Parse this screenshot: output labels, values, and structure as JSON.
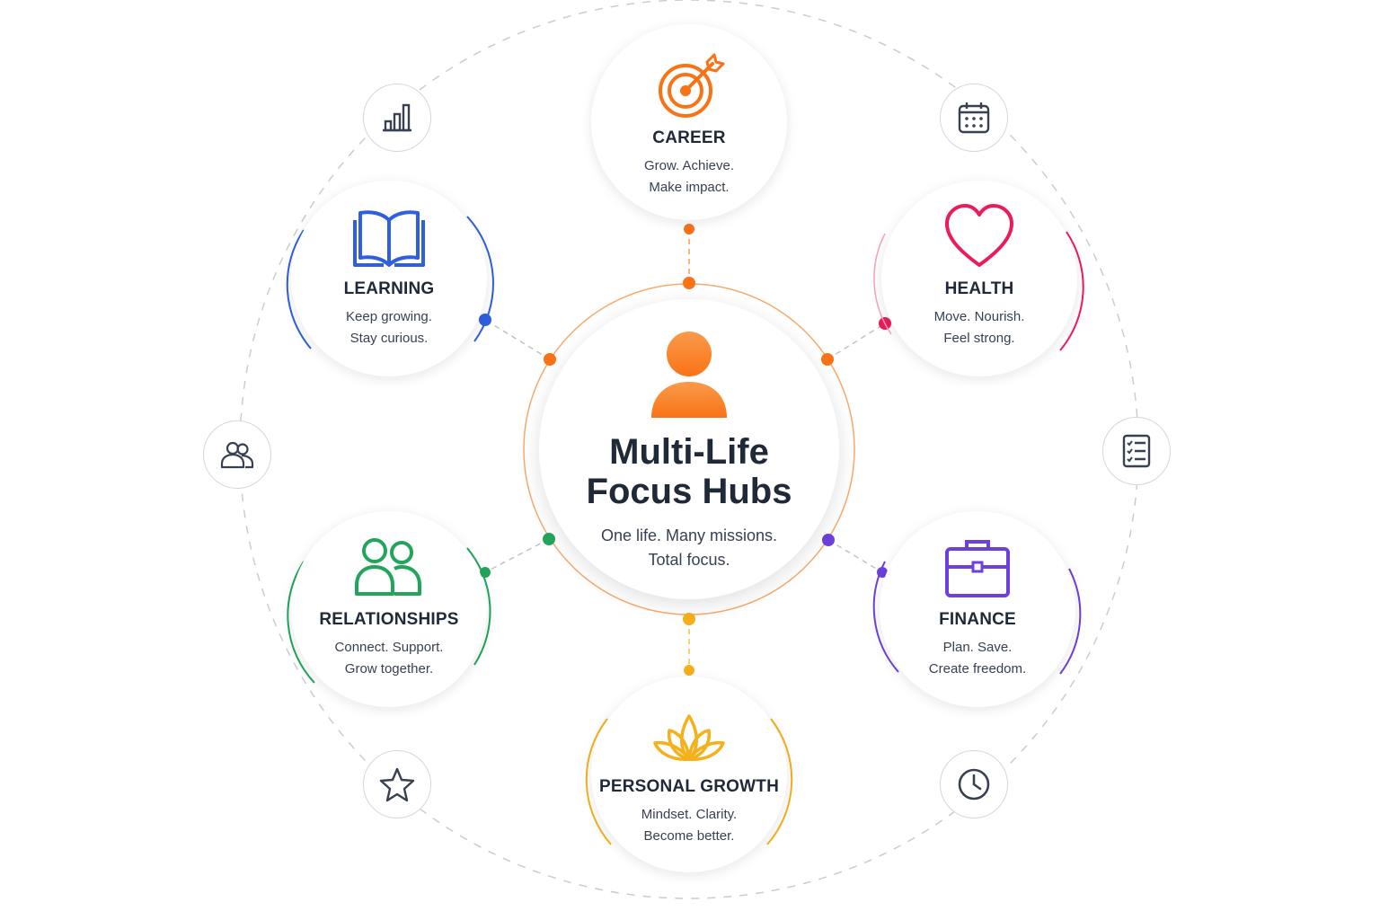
{
  "center": {
    "title_line1": "Multi-Life",
    "title_line2": "Focus Hubs",
    "subtitle_line1": "One life. Many missions.",
    "subtitle_line2": "Total focus.",
    "icon": "person-icon",
    "color": "#f97316"
  },
  "hubs": [
    {
      "title": "CAREER",
      "line1": "Grow. Achieve.",
      "line2": "Make impact.",
      "icon": "target-icon",
      "color": "#f97316"
    },
    {
      "title": "HEALTH",
      "line1": "Move. Nourish.",
      "line2": "Feel strong.",
      "icon": "heart-icon",
      "color": "#ec1c5b"
    },
    {
      "title": "FINANCE",
      "line1": "Plan. Save.",
      "line2": "Create freedom.",
      "icon": "briefcase-icon",
      "color": "#6d3fdc"
    },
    {
      "title": "PERSONAL GROWTH",
      "line1": "Mindset. Clarity.",
      "line2": "Become better.",
      "icon": "lotus-icon",
      "color": "#f5b01a"
    },
    {
      "title": "RELATIONSHIPS",
      "line1": "Connect. Support.",
      "line2": "Grow together.",
      "icon": "people-icon",
      "color": "#22a55b"
    },
    {
      "title": "LEARNING",
      "line1": "Keep growing.",
      "line2": "Stay curious.",
      "icon": "book-icon",
      "color": "#2f5fe0"
    }
  ],
  "mini_icons": [
    "bar-chart-icon",
    "calendar-icon",
    "checklist-icon",
    "clock-icon",
    "star-icon",
    "users-icon"
  ]
}
